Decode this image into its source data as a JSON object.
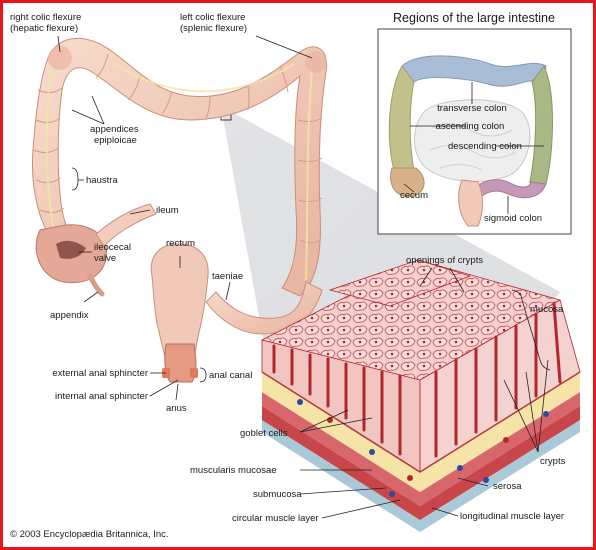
{
  "colors": {
    "frame": "#e8141b",
    "colon_flesh": "#f3cdbb",
    "colon_shade": "#dba08a",
    "crypt_red": "#b3262e",
    "mucosa_pink": "#f0c5c2",
    "submucosa_yellow": "#f6e3a8",
    "muscle_red": "#c8454a",
    "serosa_blue": "#a9c9d9",
    "inset_transverse": "#a9bdd6",
    "inset_ascending": "#c4c08a",
    "inset_descending": "#a9b884",
    "inset_sigmoid": "#c59ab8",
    "inset_cecum": "#d6b18a"
  },
  "main_labels": {
    "right_colic_flexure": [
      "right colic flexure",
      "(hepatic flexure)"
    ],
    "left_colic_flexure": [
      "left colic flexure",
      "(splenic flexure)"
    ],
    "appendices_epiploicae": [
      "appendices",
      "epiploicae"
    ],
    "haustra": "haustra",
    "ileum": "ileum",
    "ileocecal_valve": [
      "ileocecal",
      "valve"
    ],
    "appendix": "appendix",
    "rectum": "rectum",
    "taeniae": "taeniae",
    "external_anal_sphincter": "external anal sphincter",
    "internal_anal_sphincter": "internal anal sphincter",
    "anal_canal": "anal canal",
    "anus": "anus"
  },
  "tissue_labels": {
    "openings_of_crypts": "openings of crypts",
    "mucosa": "mucosa",
    "goblet_cells": "goblet cells",
    "crypts": "crypts",
    "muscularis_mucosae": "muscularis mucosae",
    "submucosa": "submucosa",
    "serosa": "serosa",
    "circular_muscle_layer": "circular muscle layer",
    "longitudinal_muscle_layer": "longitudinal muscle layer"
  },
  "inset": {
    "title": "Regions of the large intestine",
    "transverse_colon": "transverse colon",
    "ascending_colon": "ascending colon",
    "descending_colon": "descending colon",
    "cecum": "cecum",
    "sigmoid_colon": "sigmoid colon"
  },
  "copyright": "© 2003 Encyclopædia Britannica, Inc."
}
